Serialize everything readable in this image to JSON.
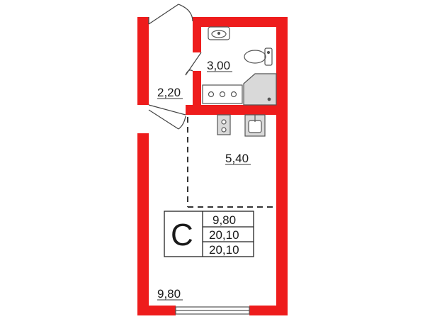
{
  "plan": {
    "wall_color": "#ee1c1c",
    "line_color": "#333333",
    "rooms": {
      "bathroom_area": "3,00",
      "corridor_area": "2,20",
      "kitchen_area": "5,40",
      "living_area": "9,80"
    },
    "summary": {
      "type_letter": "С",
      "living_area": "9,80",
      "total_area": "20,10",
      "total_area_with_balcony": "20,10"
    }
  }
}
